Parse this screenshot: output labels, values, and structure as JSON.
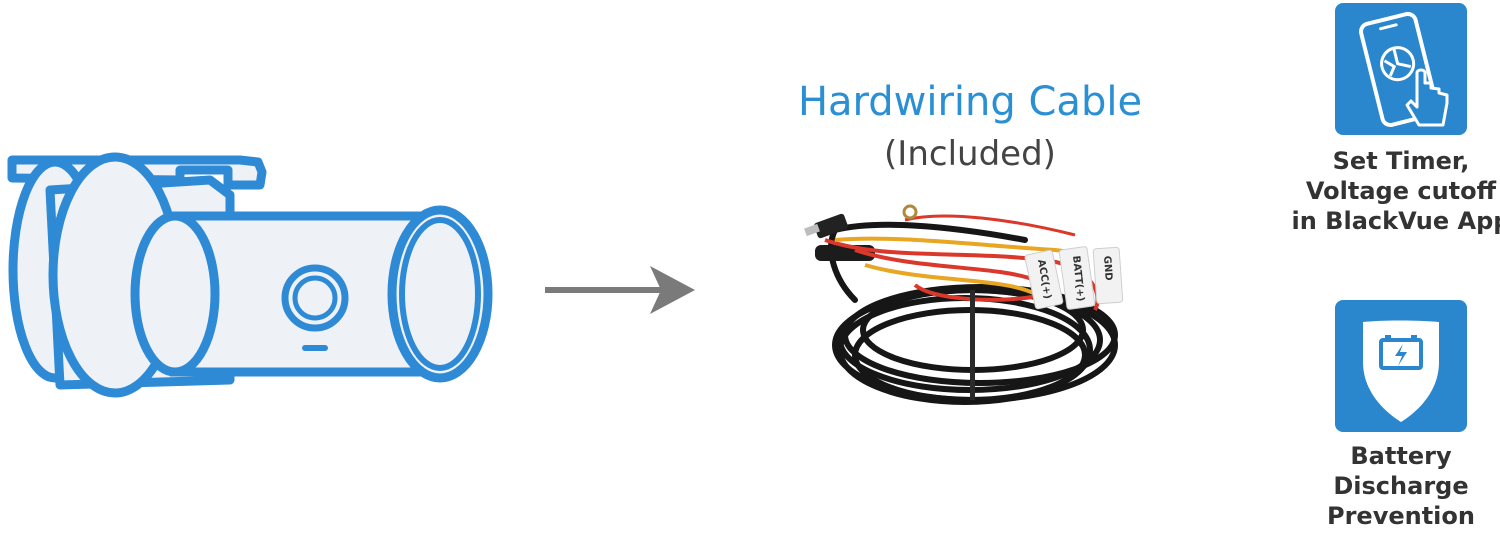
{
  "product": {
    "title": "Hardwiring Cable",
    "subtitle": "(Included)"
  },
  "cable_labels": [
    "ACC(+)",
    "BATT(+)",
    "GND"
  ],
  "features": [
    {
      "icon": "phone-touch-icon",
      "lines": [
        "Set Timer,",
        "Voltage cutoff",
        "in BlackVue App"
      ]
    },
    {
      "icon": "battery-shield-icon",
      "lines": [
        "Battery",
        "Discharge",
        "Prevention"
      ]
    }
  ],
  "colors": {
    "accent": "#2a87cd",
    "title": "#2b8fd4",
    "camera_outline": "#2f8ad6",
    "arrow": "#7a7a7a",
    "wire_red": "#d9382b",
    "wire_yellow": "#e8a623"
  }
}
